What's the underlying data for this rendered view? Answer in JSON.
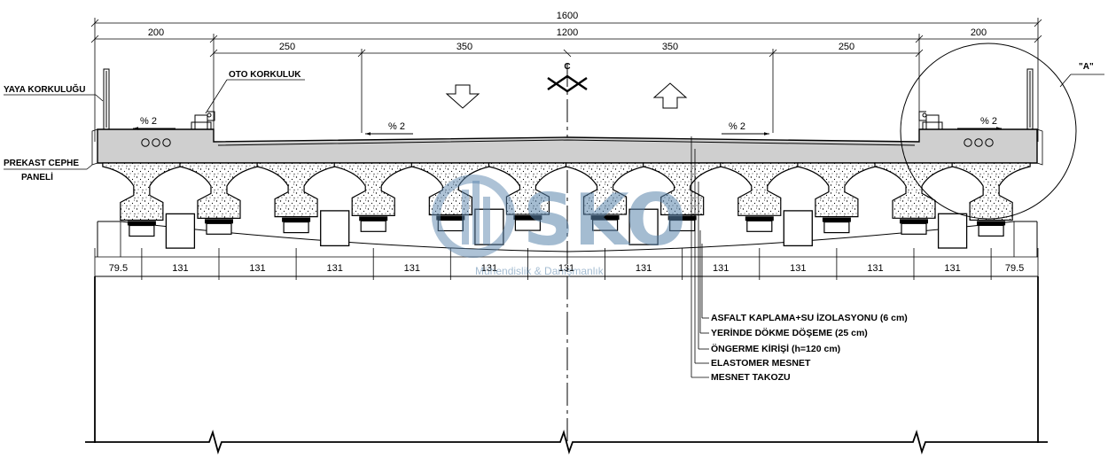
{
  "dimensions": {
    "total": "1600",
    "left_side": "200",
    "center": "1200",
    "right_side": "200",
    "lane_1": "250",
    "lane_2": "350",
    "lane_3": "350",
    "lane_4": "250",
    "beam_spacing": [
      "79.5",
      "131",
      "131",
      "131",
      "131",
      "131",
      "131",
      "131",
      "131",
      "131",
      "131",
      "131",
      "79.5"
    ]
  },
  "labels": {
    "pedestrian_railing": "YAYA KORKULUĞU",
    "vehicle_railing": "OTO KORKULUK",
    "precast_panel_line1": "PREKAST CEPHE",
    "precast_panel_line2": "PANELİ",
    "detail": "\"A\"",
    "slope_left_walk": "% 2",
    "slope_left_road": "% 2",
    "slope_right_road": "% 2",
    "slope_right_walk": "% 2",
    "centerline": "C",
    "centerline_sub": "L"
  },
  "legend": [
    "ASFALT KAPLAMA+SU İZOLASYONU (6 cm)",
    "YERİNDE DÖKME DÖŞEME (25 cm)",
    "ÖNGERME KİRİŞİ (h=120 cm)",
    "ELASTOMER MESNET",
    "MESNET TAKOZU"
  ],
  "watermark": {
    "brand": "SKO",
    "tagline": "Mühendislik & Danışmanlık"
  },
  "colors": {
    "line": "#000000",
    "slab_fill": "#cfcfcf",
    "watermark": "#5b86ad"
  }
}
